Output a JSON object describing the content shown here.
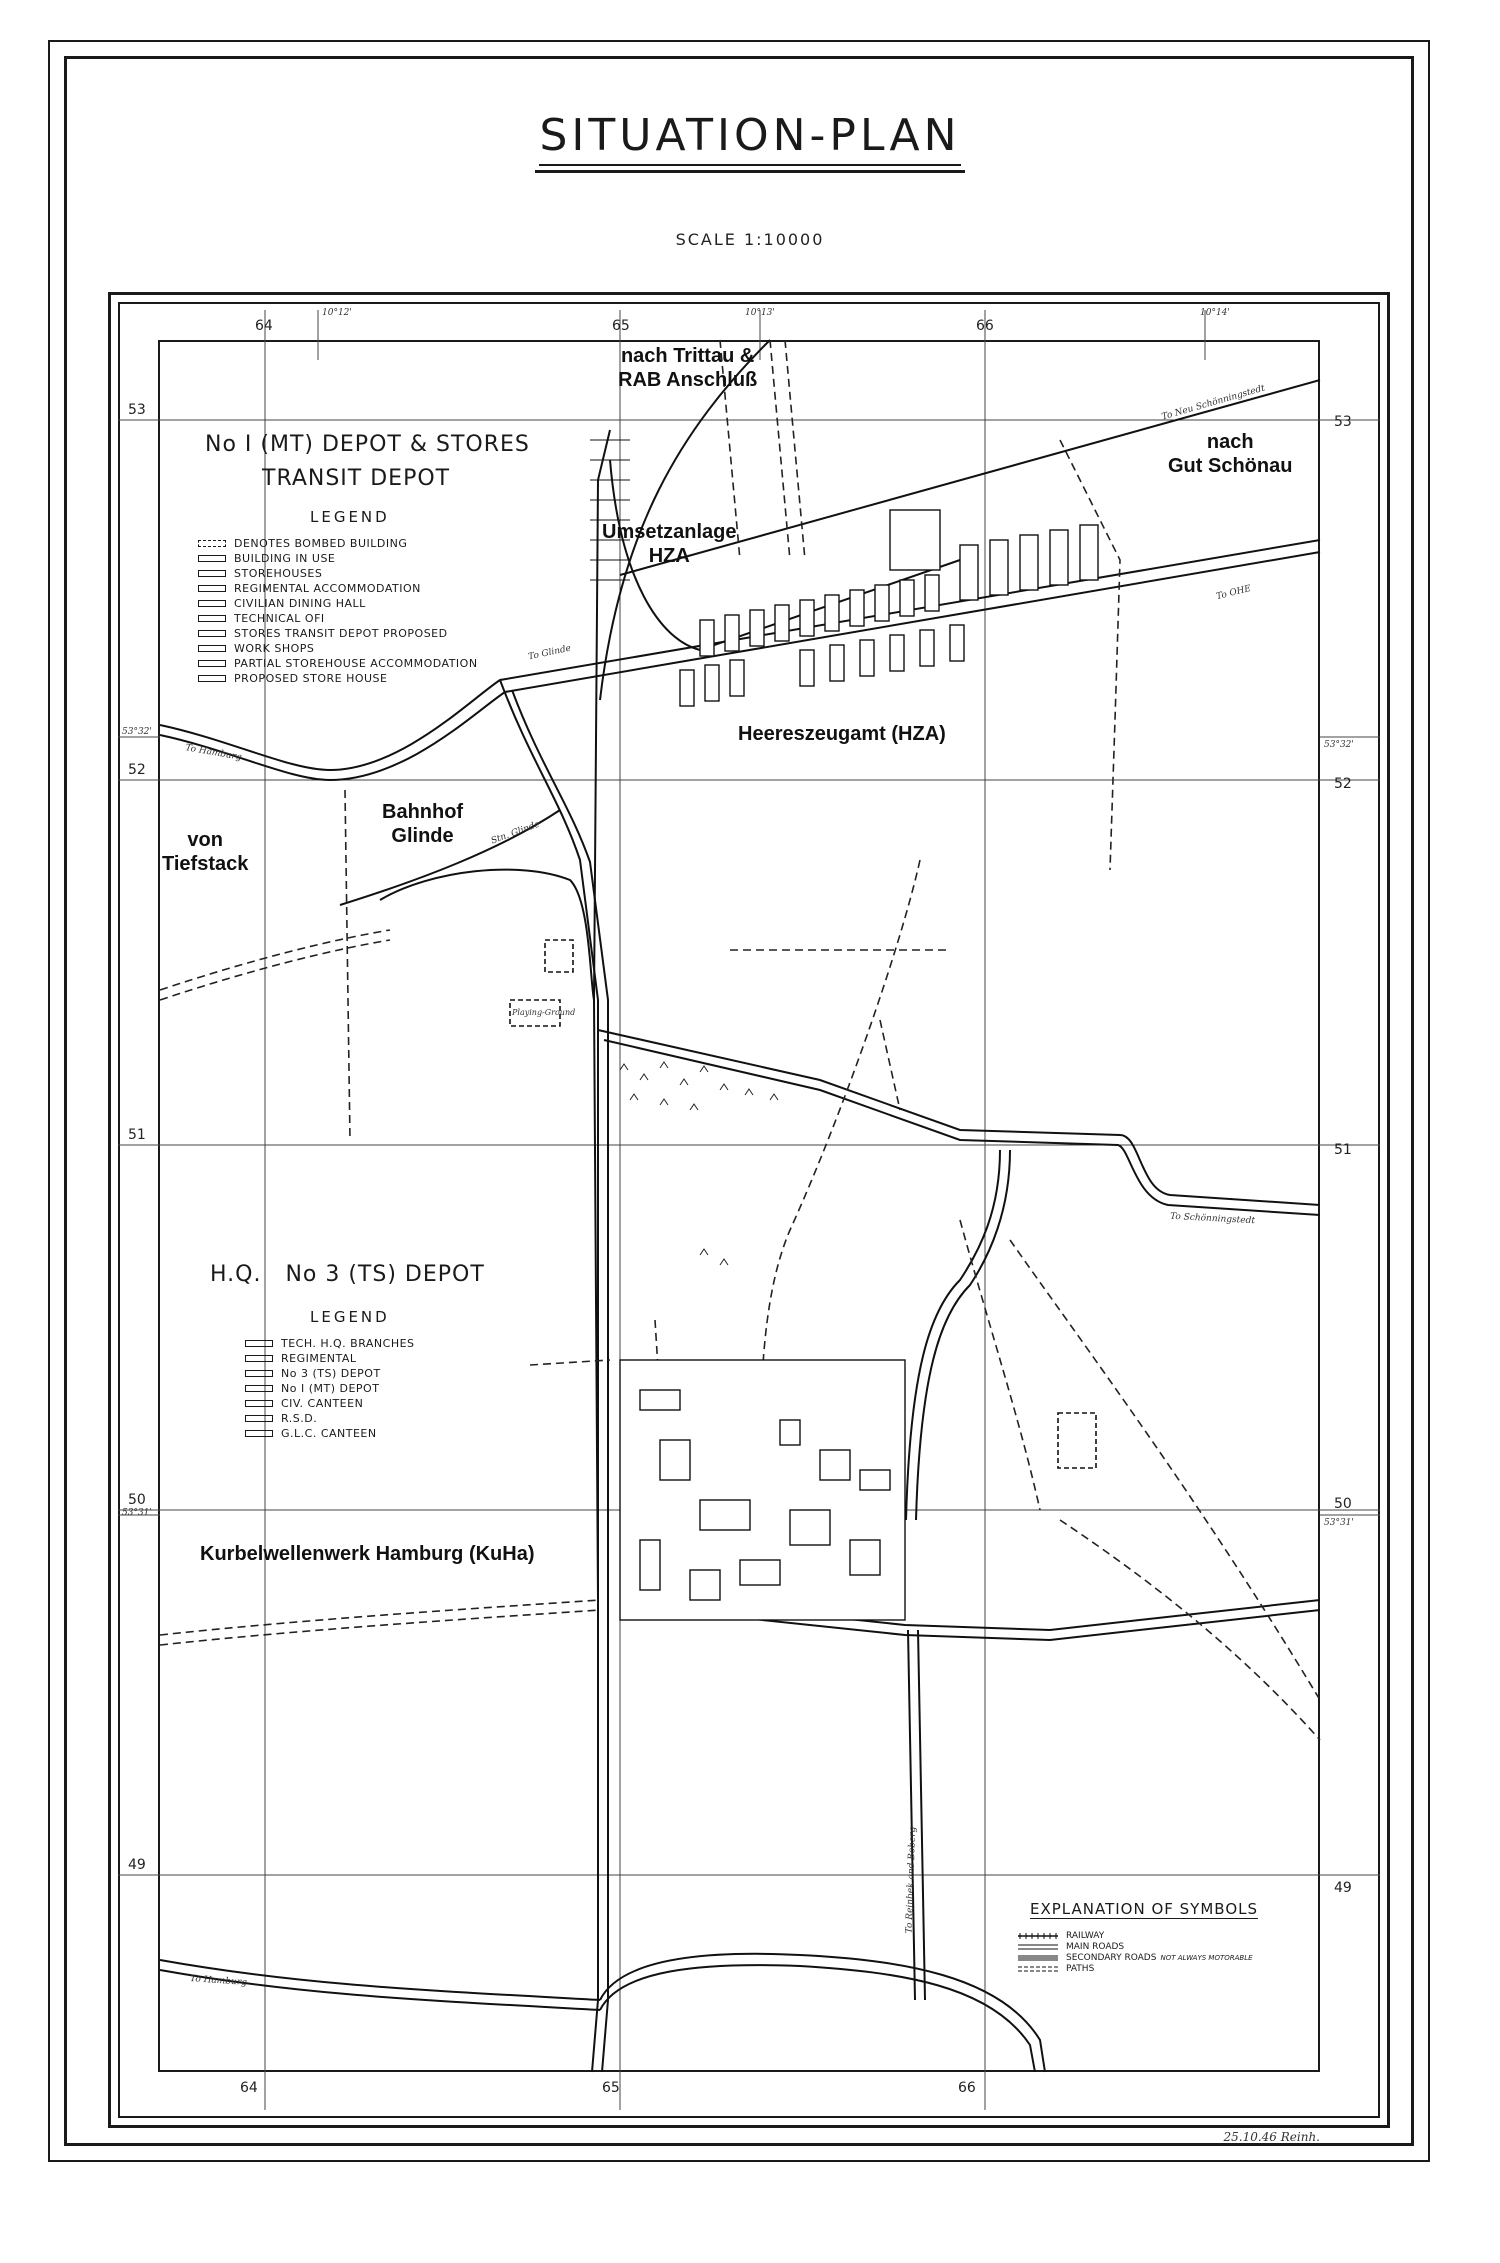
{
  "title": "SITUATION-PLAN",
  "scale": "SCALE 1:10000",
  "grid": {
    "easting": [
      "64",
      "65",
      "66"
    ],
    "northing": [
      "53",
      "52",
      "51",
      "50",
      "49"
    ],
    "longitude": [
      "10°12'",
      "10°13'",
      "10°14'"
    ],
    "latitude": [
      "53°32'",
      "53°31'"
    ]
  },
  "place_labels": {
    "trittau": "nach Trittau &\nRAB Anschluß",
    "schoenau": "nach\nGut Schönau",
    "umsetzanlage": "Umsetzanlage\nHZA",
    "heereszeugamt": "Heereszeugamt (HZA)",
    "bahnhof": "Bahnhof\nGlinde",
    "tiefstack": "von\nTiefstack",
    "kuha": "Kurbelwellenwerk Hamburg (KuHa)"
  },
  "road_labels": {
    "to_hamburg_top": "To Hamburg",
    "to_glinde": "To Glinde",
    "stn_glinde": "Stn. Glinde",
    "to_neu_schoenningstedt": "To Neu Schönningstedt",
    "to_ohe": "To OHE",
    "to_schoenningstedt": "To Schönningstedt",
    "to_hamburg_bottom": "To Hamburg",
    "to_reinbek": "To Reinbek and Boberg",
    "playing_ground": "Playing-Ground"
  },
  "legend_depot1": {
    "title_line1": "No I (MT) DEPOT & STORES",
    "title_line2": "TRANSIT DEPOT",
    "heading": "LEGEND",
    "items": [
      {
        "label": "DENOTES BOMBED BUILDING",
        "style": "dashed"
      },
      {
        "label": "BUILDING IN USE",
        "style": "solid"
      },
      {
        "label": "STOREHOUSES",
        "style": "solid"
      },
      {
        "label": "REGIMENTAL ACCOMMODATION",
        "style": "solid"
      },
      {
        "label": "CIVILIAN DINING HALL",
        "style": "solid"
      },
      {
        "label": "TECHNICAL OFI",
        "style": "solid"
      },
      {
        "label": "STORES TRANSIT DEPOT PROPOSED",
        "style": "solid"
      },
      {
        "label": "WORK SHOPS",
        "style": "solid"
      },
      {
        "label": "PARTIAL STOREHOUSE ACCOMMODATION",
        "style": "solid"
      },
      {
        "label": "PROPOSED STORE HOUSE",
        "style": "solid"
      }
    ]
  },
  "legend_depot3": {
    "title": "H.Q.   No 3 (TS) DEPOT",
    "heading": "LEGEND",
    "items": [
      {
        "label": "TECH. H.Q. BRANCHES"
      },
      {
        "label": "REGIMENTAL"
      },
      {
        "label": "No 3 (TS) DEPOT"
      },
      {
        "label": "No I (MT) DEPOT"
      },
      {
        "label": "CIV. CANTEEN"
      },
      {
        "label": "R.S.D."
      },
      {
        "label": "G.L.C. CANTEEN"
      }
    ]
  },
  "symbols": {
    "title": "EXPLANATION OF SYMBOLS",
    "items": [
      {
        "label": "RAILWAY",
        "kind": "railway"
      },
      {
        "label": "MAIN ROADS",
        "kind": "main"
      },
      {
        "label": "SECONDARY ROADS",
        "note": "NOT ALWAYS MOTORABLE",
        "kind": "secondary"
      },
      {
        "label": "PATHS",
        "kind": "path"
      }
    ]
  },
  "signature": "25.10.46 Reinh."
}
